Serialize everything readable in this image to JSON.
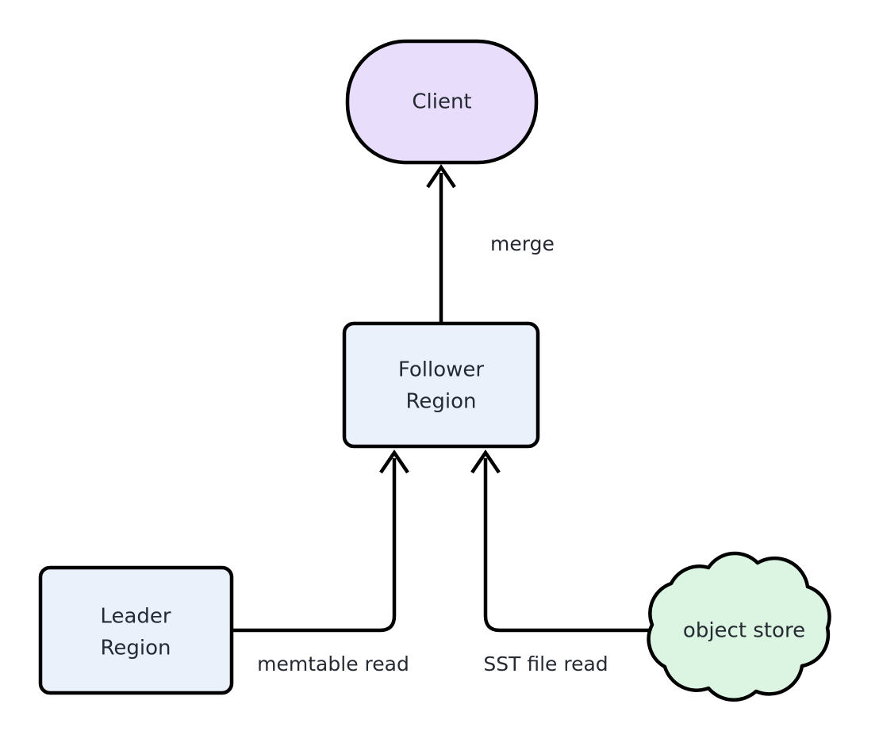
{
  "diagram": {
    "type": "flowchart",
    "direction": "bottom-to-top",
    "background_color": "#ffffff",
    "nodes": [
      {
        "id": "client",
        "label": "Client",
        "shape": "stadium",
        "fill": "#e9ddfc",
        "stroke": "#000000"
      },
      {
        "id": "follower",
        "label_line1": "Follower",
        "label_line2": "Region",
        "shape": "rounded-rectangle",
        "fill": "#eaf1fb",
        "stroke": "#000000"
      },
      {
        "id": "leader",
        "label_line1": "Leader",
        "label_line2": "Region",
        "shape": "rounded-rectangle",
        "fill": "#eaf1fb",
        "stroke": "#000000"
      },
      {
        "id": "object-store",
        "label": "object store",
        "shape": "cloud",
        "fill": "#dcf5e2",
        "stroke": "#000000"
      }
    ],
    "edges": [
      {
        "id": "follower-to-client",
        "from": "follower",
        "to": "client",
        "label": "merge",
        "arrow": "single"
      },
      {
        "id": "leader-to-follower",
        "from": "leader",
        "to": "follower",
        "label": "memtable read",
        "arrow": "single"
      },
      {
        "id": "objectstore-to-follower",
        "from": "object-store",
        "to": "follower",
        "label": "SST file read",
        "arrow": "single"
      }
    ]
  }
}
